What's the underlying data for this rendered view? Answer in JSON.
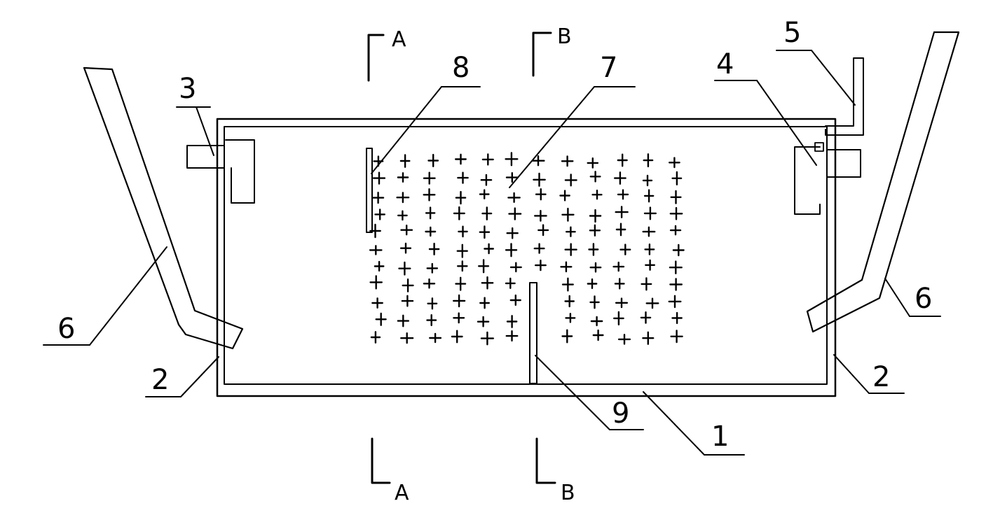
{
  "labels": {
    "tank": "1",
    "side_left": "2",
    "side_right": "2",
    "inlet": "3",
    "outlet": "4",
    "vent_pipe": "5",
    "chute_left": "6",
    "chute_right": "6",
    "media": "7",
    "baffle_top": "8",
    "baffle_bottom": "9"
  },
  "sections": {
    "a_top": "A",
    "a_bottom": "A",
    "b_top": "B",
    "b_bottom": "B"
  },
  "media_grid": {
    "rows": 11,
    "cols": 12
  }
}
